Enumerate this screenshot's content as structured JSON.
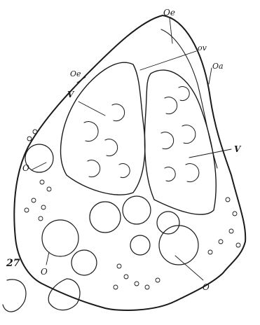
{
  "figure": {
    "number": "27",
    "labels": {
      "oe_top": "Oe",
      "ov": "ov",
      "oe_left": "Oe",
      "v_left": "V",
      "oa": "Oa",
      "v_right": "V",
      "o_left": "O",
      "o_bottom_left": "O",
      "o_bottom_right": "O"
    }
  }
}
